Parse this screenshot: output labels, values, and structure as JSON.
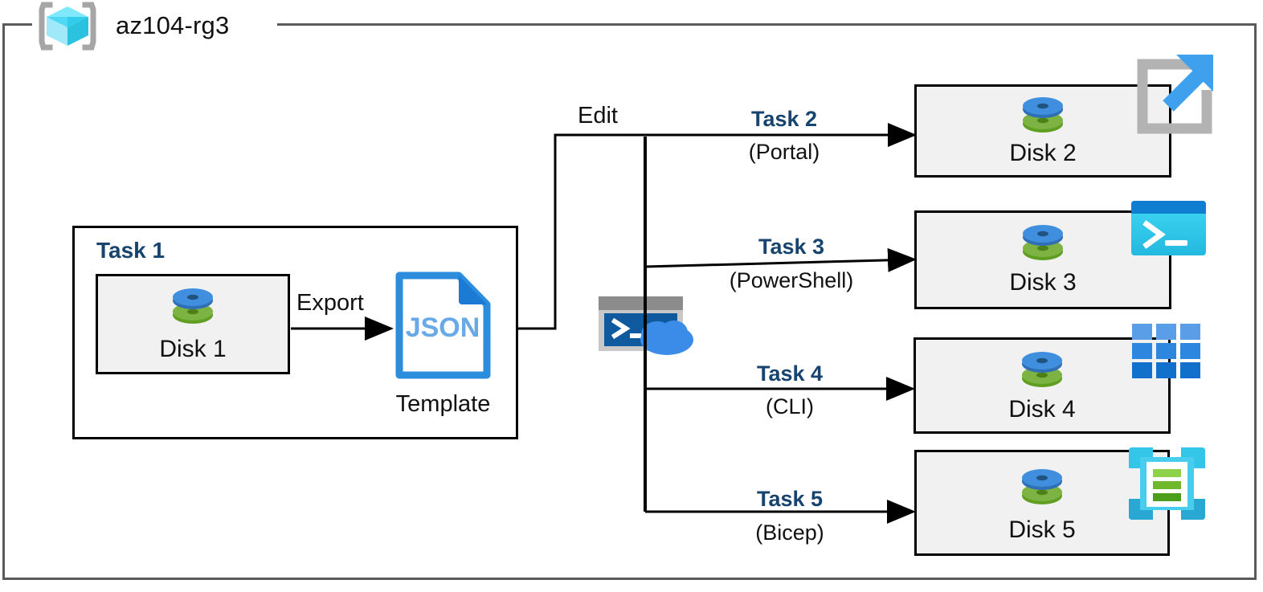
{
  "resource_group": {
    "name": "az104-rg3",
    "icon": "resource-group-cube-icon"
  },
  "task1": {
    "label": "Task 1",
    "disk": {
      "label": "Disk 1",
      "icon": "disk-stack-icon"
    },
    "export_label": "Export",
    "template": {
      "file_type": "JSON",
      "caption": "Template",
      "icon": "json-file-icon"
    }
  },
  "edit_label": "Edit",
  "cloud_shell": {
    "icon": "cloud-shell-icon"
  },
  "tasks": [
    {
      "title": "Task 2",
      "method": "(Portal)",
      "target": {
        "label": "Disk 2",
        "icon": "disk-stack-icon"
      },
      "tool_icon": "portal-external-link-icon"
    },
    {
      "title": "Task 3",
      "method": "(PowerShell)",
      "target": {
        "label": "Disk 3",
        "icon": "disk-stack-icon"
      },
      "tool_icon": "powershell-terminal-icon"
    },
    {
      "title": "Task 4",
      "method": "(CLI)",
      "target": {
        "label": "Disk 4",
        "icon": "disk-stack-icon"
      },
      "tool_icon": "cli-grid-icon"
    },
    {
      "title": "Task 5",
      "method": "(Bicep)",
      "target": {
        "label": "Disk 5",
        "icon": "disk-stack-icon"
      },
      "tool_icon": "bicep-template-icon"
    }
  ],
  "colors": {
    "task_title": "#17446e",
    "frame_gray": "#5a5a5a",
    "box_fill": "#f1f1f1",
    "box_border": "#000000",
    "disk_blue": "#3f8fde",
    "disk_green": "#7cb342",
    "json_blue": "#2c8ddd",
    "cloud_blue": "#2f80e0",
    "powershell_cyan": "#30c8ee",
    "cli_blue": "#2b87dc",
    "bicep_cyan": "#34c6e8",
    "bicep_green": "#76bc2d",
    "cube_cyan": "#4fd8f5"
  }
}
